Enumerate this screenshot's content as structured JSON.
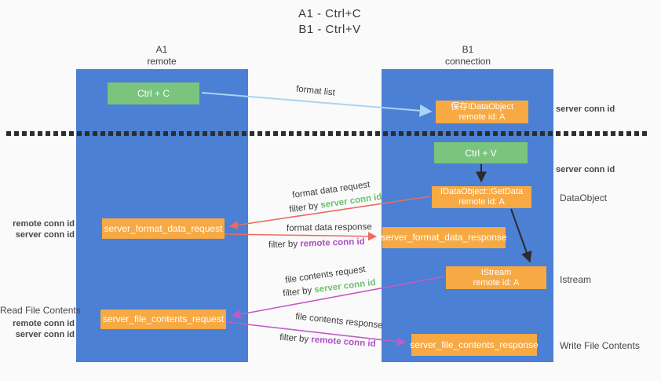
{
  "title": {
    "line1": "A1 - Ctrl+C",
    "line2": "B1 - Ctrl+V"
  },
  "columns": {
    "left": {
      "name": "A1",
      "role": "remote"
    },
    "right": {
      "name": "B1",
      "role": "connection"
    }
  },
  "nodes": {
    "ctrl_c": "Ctrl + C",
    "ctrl_v": "Ctrl + V",
    "save_dataobject": {
      "line1": "保存IDataObject",
      "line2": "remote id: A"
    },
    "getdata": {
      "line1": "IDataObject::GetData",
      "line2": "remote id: A"
    },
    "istream": {
      "line1": "IStream",
      "line2": "remote id: A"
    },
    "format_request": "server_format_data_request",
    "format_response": "server_format_data_response",
    "file_request": "server_file_contents_request",
    "file_response": "server_file_contents_response"
  },
  "flow_labels": {
    "format_list": "format list",
    "format_data_request": "format data request",
    "format_data_response": "format data response",
    "file_contents_request": "file contents request",
    "file_contents_response": "file contents response",
    "filter_by": "filter by ",
    "server_conn_id": "server conn id",
    "remote_conn_id": "remote conn id"
  },
  "side_labels": {
    "right_server_conn_id_top": "server conn id",
    "right_server_conn_id_mid": "server conn id",
    "dataobject": "DataObject",
    "istream": "Istream",
    "write_file_contents": "Write File Contents",
    "read_file_contents": "Read File Contents",
    "left_remote_conn_id_top": "remote conn id",
    "left_server_conn_id_top": "server conn id",
    "left_remote_conn_id_bottom": "remote conn id",
    "left_server_conn_id_bottom": "server conn id"
  },
  "colors": {
    "lane_blue": "#4b80d4",
    "node_green": "#7ac47e",
    "node_orange": "#f7a944",
    "label_green": "#6cbf70",
    "label_purple": "#ae4ec5",
    "arrow_red": "#ed6a5e",
    "arrow_magenta": "#c45bc5",
    "arrow_blue": "#a9d4f2",
    "arrow_black": "#2b2b2b"
  }
}
